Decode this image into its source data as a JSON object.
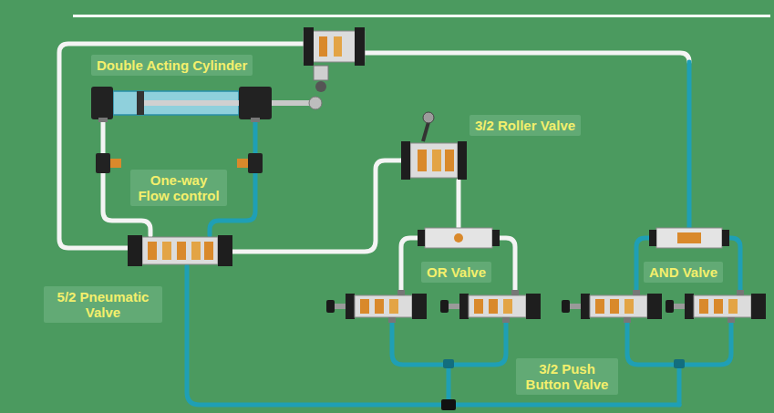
{
  "diagram": {
    "nodes": [
      {
        "text": [
          "Double Acting Cylinder"
        ]
      },
      {
        "text": [
          "One-way Flow control"
        ]
      },
      {
        "text": [
          "3/2 Roller Valve"
        ]
      },
      {
        "text": [
          "5/2 Pneumatic Valve"
        ]
      },
      {
        "text": [
          "OR Valve"
        ]
      },
      {
        "text": [
          "AND Valve"
        ]
      },
      {
        "text": [
          "3/2 Push Button Valve"
        ]
      }
    ]
  }
}
